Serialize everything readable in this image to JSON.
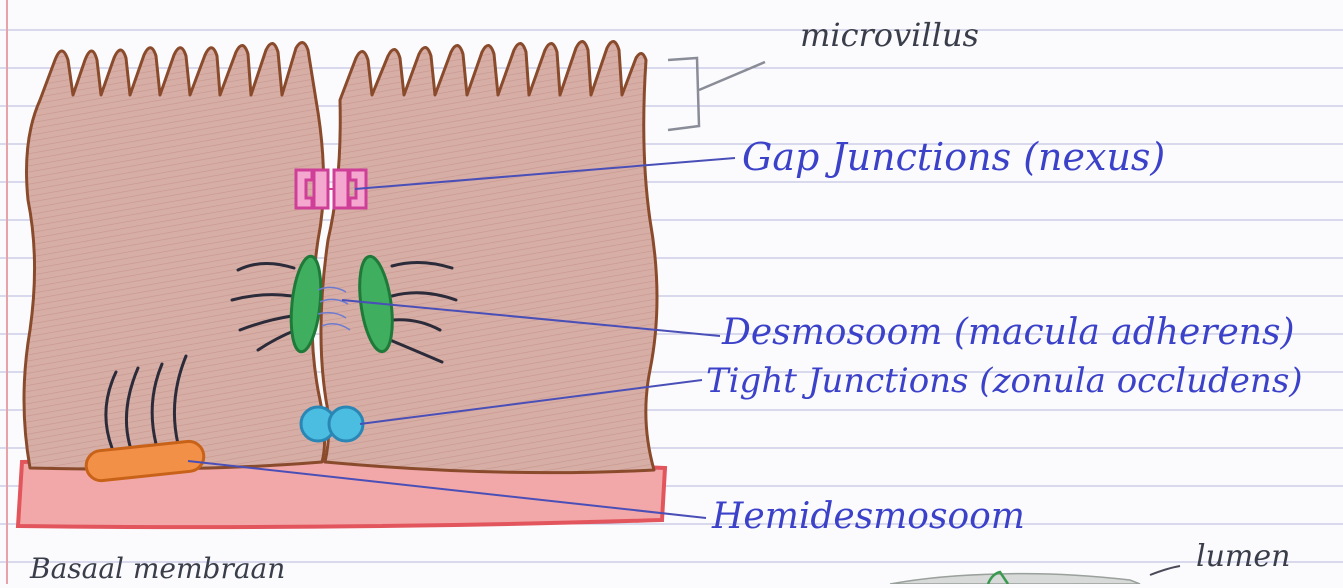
{
  "diagram": {
    "labels": {
      "microvillus": "microvillus",
      "gap_junctions": "Gap Junctions (nexus)",
      "desmosome": "Desmosoom (macula adherens)",
      "tight_junctions": "Tight Junctions (zonula occludens)",
      "hemidesmosome": "Hemidesmosoom",
      "basal_membrane": "Basaal membraan",
      "lumen": "lumen"
    },
    "colors": {
      "cell_fill": "#d9b2a9",
      "cell_outline": "#8a4b2c",
      "basal_membrane": "#e85f66",
      "gap_junction": "#d24ea2",
      "desmosome": "#2f9a52",
      "tight_junction": "#3ab2dc",
      "hemidesmosome": "#f0883a",
      "label_ink": "#3b42c9",
      "ruled_lines": "#a9acd9",
      "margin_line": "#e7a3a8"
    }
  }
}
